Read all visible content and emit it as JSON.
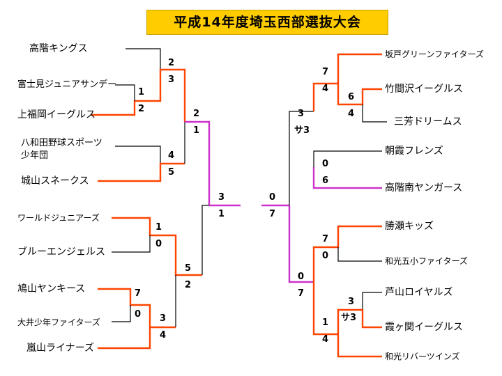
{
  "title": "平成14年度埼玉西部選抜大会",
  "colors": {
    "winner": "#ff4400",
    "final": "#cc33cc",
    "loser": "#000000",
    "title_bg": "#ffcc00"
  },
  "teams": {
    "left": [
      "高階キングス",
      "富士見ジュニアサンデー",
      "上福岡イーグルス",
      "八和田野球スポーツ",
      "少年団",
      "城山スネークス",
      "ワールドジュニアーズ",
      "ブルーエンジェルス",
      "鳩山ヤンキース",
      "大井少年ファイターズ",
      "嵐山ライナーズ"
    ],
    "right": [
      "坂戸グリーンファイターズ",
      "竹間沢イーグルス",
      "三芳ドリームス",
      "朝霞フレンズ",
      "高階南ヤンガース",
      "勝瀬キッズ",
      "和光五小ファイターズ",
      "芦山ロイヤルズ",
      "霞ヶ関イーグルス",
      "和光リバーツインズ"
    ]
  },
  "scores": [
    "2",
    "3",
    "1",
    "2",
    "2",
    "1",
    "4",
    "5",
    "3",
    "1",
    "1",
    "0",
    "5",
    "2",
    "7",
    "0",
    "3",
    "4",
    "0",
    "7",
    "7",
    "4",
    "6",
    "4",
    "3",
    "サ3",
    "0",
    "6",
    "7",
    "0",
    "0",
    "7",
    "3",
    "サ3",
    "1",
    "4"
  ]
}
